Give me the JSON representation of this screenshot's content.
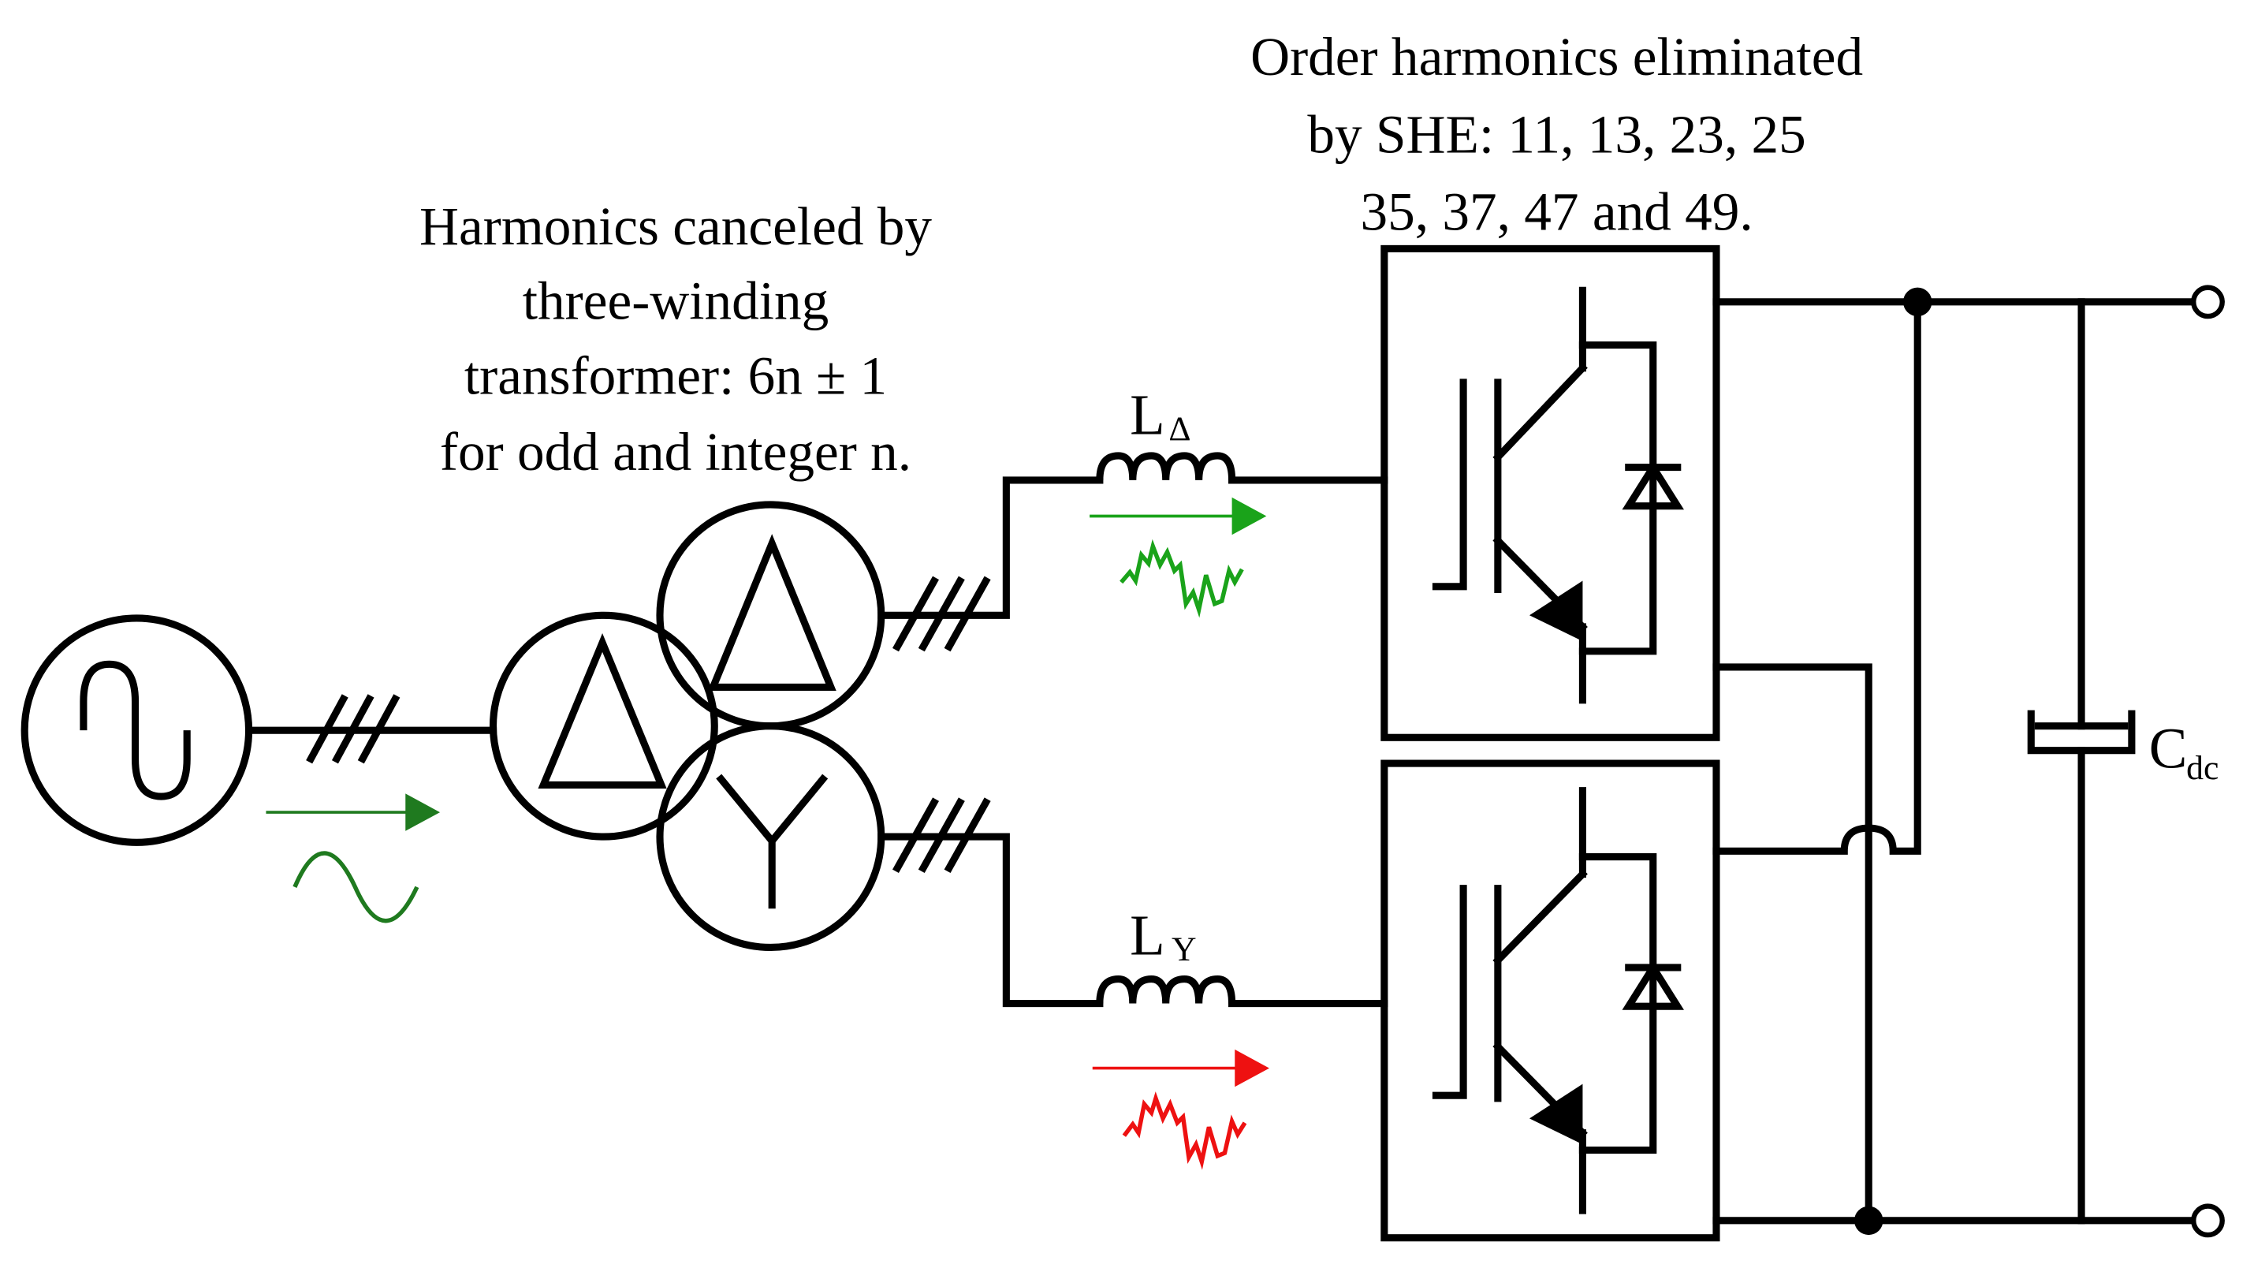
{
  "annotations": {
    "transformer_note": {
      "lines": [
        "Harmonics canceled by",
        "three-winding",
        "transformer: 6n ± 1",
        "for odd and integer n."
      ]
    },
    "she_note": {
      "lines": [
        "Order harmonics eliminated",
        "by SHE: 11, 13, 23, 25",
        "35, 37, 47 and 49."
      ]
    }
  },
  "components": {
    "inductor_delta": {
      "main": "L",
      "sub": "Δ"
    },
    "inductor_y": {
      "main": "L",
      "sub": "Y"
    },
    "dc_capacitor": {
      "main": "C",
      "sub": "dc"
    }
  },
  "colors": {
    "grid_current": "#1f7a1f",
    "delta_current": "#1aa31a",
    "y_current": "#ee1111",
    "lines": "#000000"
  },
  "icons": [
    "ac-source-icon",
    "delta-winding-icon",
    "wye-winding-icon",
    "igbt-icon",
    "diode-icon",
    "three-phase-hash-icon"
  ]
}
